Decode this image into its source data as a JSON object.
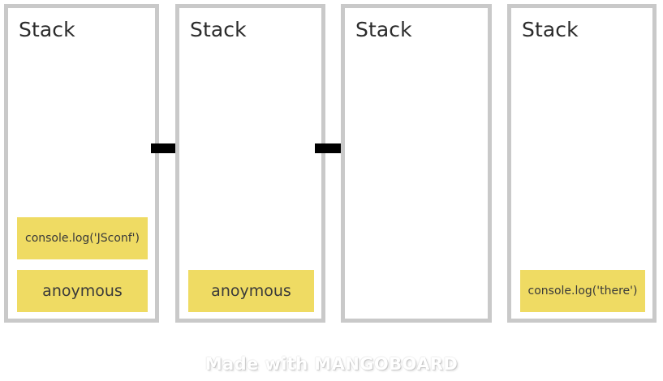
{
  "diagram": {
    "title_common": "Stack",
    "accent_color": "#efdb63",
    "panel_border_color": "#c9c9c9",
    "arrow_color": "#000000",
    "panels": [
      {
        "title": "Stack",
        "frames": [
          {
            "label": "console.log('JSconf')",
            "kind": "code"
          },
          {
            "label": "anoymous",
            "kind": "function"
          }
        ]
      },
      {
        "title": "Stack",
        "frames": [
          {
            "label": "anoymous",
            "kind": "function"
          }
        ]
      },
      {
        "title": "Stack",
        "frames": []
      },
      {
        "title": "Stack",
        "frames": [
          {
            "label": "console.log('there')",
            "kind": "code"
          }
        ]
      }
    ],
    "arrows": [
      {
        "name": "arrow-panel1-to-panel2",
        "direction": "right"
      },
      {
        "name": "arrow-panel2-to-panel3",
        "direction": "right"
      }
    ]
  },
  "watermark": {
    "text": "Made with MANGOBOARD"
  }
}
